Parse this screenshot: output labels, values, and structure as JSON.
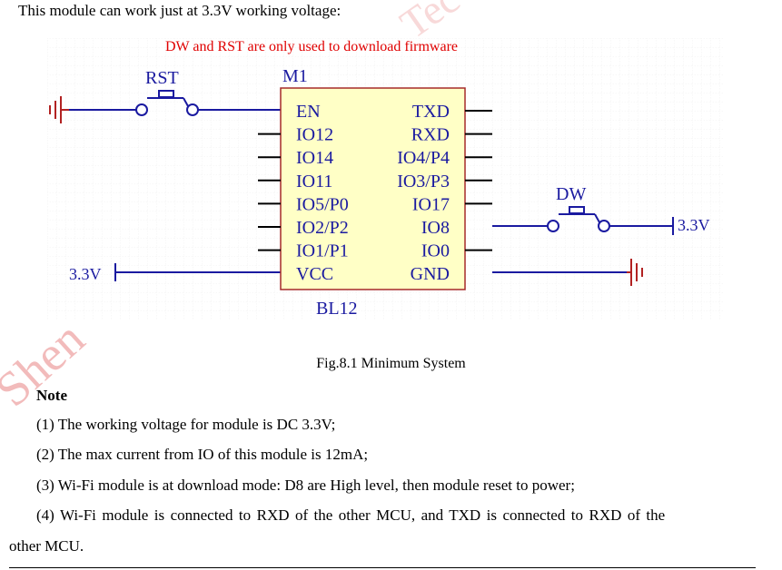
{
  "intro_text": "This module can work just at 3.3V working voltage:",
  "schematic": {
    "note_label": "DW and  RST are only used to download firmware",
    "rst_label": "RST",
    "dw_label": "DW",
    "ref_designator": "M1",
    "part_name": "BL12",
    "left_pins": [
      "EN",
      "IO12",
      "IO14",
      "IO11",
      "IO5/P0",
      "IO2/P2",
      "IO1/P1",
      "VCC"
    ],
    "right_pins": [
      "TXD",
      "RXD",
      "IO4/P4",
      "IO3/P3",
      "IO17",
      "IO8",
      "IO0",
      "GND"
    ],
    "vcc_left_label": "3.3V",
    "vcc_right_label": "3.3V",
    "box_fill": "#ffffc6",
    "box_stroke": "#a52a2a",
    "wire_color": "#1a1aa0",
    "text_color": "#1a1aa0",
    "note_color": "#e00000"
  },
  "caption": "Fig.8.1 Minimum System",
  "note": {
    "title": "Note",
    "items": [
      "(1) The working voltage for module is DC 3.3V;",
      "(2) The max current from IO of this module is 12mA;",
      "(3) Wi-Fi module is at download mode: D8 are High level, then module reset to power;",
      "(4) Wi-Fi module is connected to RXD of the other MCU, and TXD is connected to RXD of the"
    ],
    "continuation": "other MCU."
  }
}
